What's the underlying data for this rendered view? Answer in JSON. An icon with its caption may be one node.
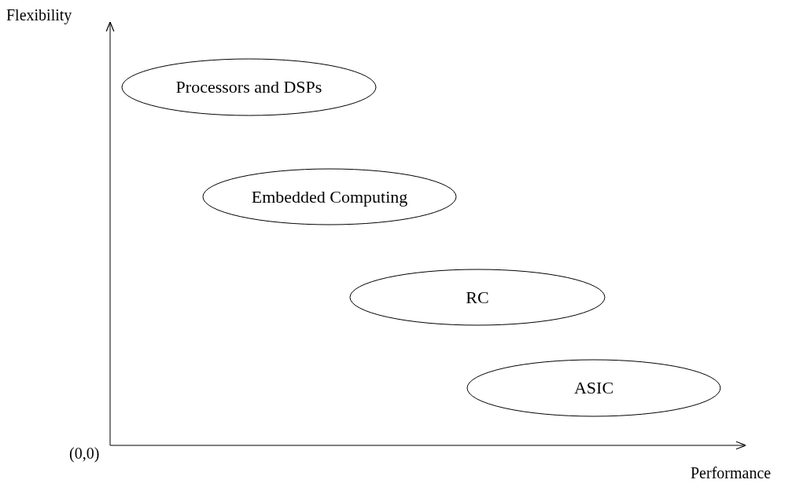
{
  "diagram": {
    "nodes": [
      {
        "text": [
          "Processors and DSPs"
        ]
      },
      {
        "text": [
          "Embedded Computing"
        ]
      },
      {
        "text": [
          "RC"
        ]
      },
      {
        "text": [
          "ASIC"
        ]
      }
    ],
    "labels": [
      "Flexibility",
      "(0,0)",
      "Performance"
    ]
  }
}
